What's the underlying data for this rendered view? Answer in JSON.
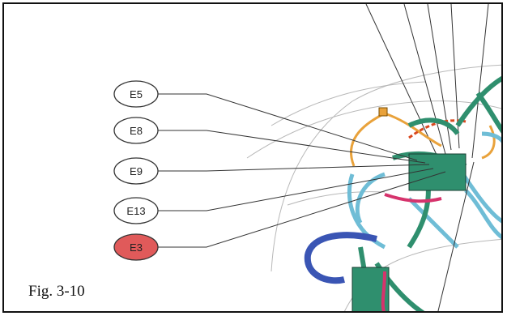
{
  "figure": {
    "label": "Fig. 3-10"
  },
  "callouts": [
    {
      "id": "E5",
      "label": "E5",
      "highlighted": false
    },
    {
      "id": "E8",
      "label": "E8",
      "highlighted": false
    },
    {
      "id": "E9",
      "label": "E9",
      "highlighted": false
    },
    {
      "id": "E13",
      "label": "E13",
      "highlighted": false
    },
    {
      "id": "E3",
      "label": "E3",
      "highlighted": true
    }
  ],
  "colors": {
    "highlight_fill": "#e05a5a",
    "callout_fill": "#ffffff",
    "harness_green": "#2f8f6e",
    "harness_blue": "#6fbdd6",
    "harness_orange": "#e9a23b",
    "harness_navy": "#3a55b4",
    "harness_pink": "#d6336c"
  }
}
